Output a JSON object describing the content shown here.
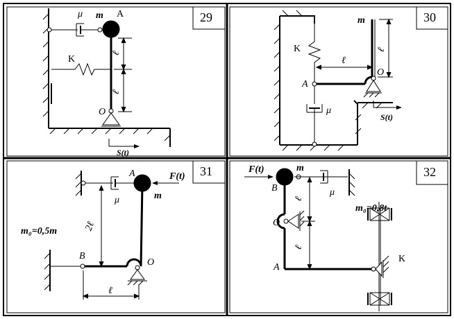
{
  "panels": [
    {
      "number": "29",
      "labels": {
        "mu": "μ",
        "m": "m",
        "A": "A",
        "l_top": "ℓ",
        "l_bottom": "ℓ",
        "K": "K",
        "O": "O",
        "S": "S(t)"
      }
    },
    {
      "number": "30",
      "labels": {
        "m": "m",
        "l_vert": "ℓ",
        "K": "K",
        "l_horiz": "ℓ",
        "O": "O",
        "A": "A",
        "mu": "μ",
        "S": "S(t)"
      }
    },
    {
      "number": "31",
      "labels": {
        "A": "A",
        "F": "F(t)",
        "mu": "μ",
        "m": "m",
        "two_l": "2ℓ",
        "m0": "m₀=0,5m",
        "B": "B",
        "O": "O",
        "l_horiz": "ℓ"
      }
    },
    {
      "number": "32",
      "labels": {
        "F": "F(t)",
        "m": "m",
        "B": "B",
        "mu": "μ",
        "l_top": "ℓ",
        "m0": "m₀=0,8t",
        "O": "O",
        "l_bottom": "ℓ",
        "A": "A",
        "K": "K"
      }
    }
  ],
  "colors": {
    "ink": "#000000",
    "paper": "#ffffff"
  }
}
